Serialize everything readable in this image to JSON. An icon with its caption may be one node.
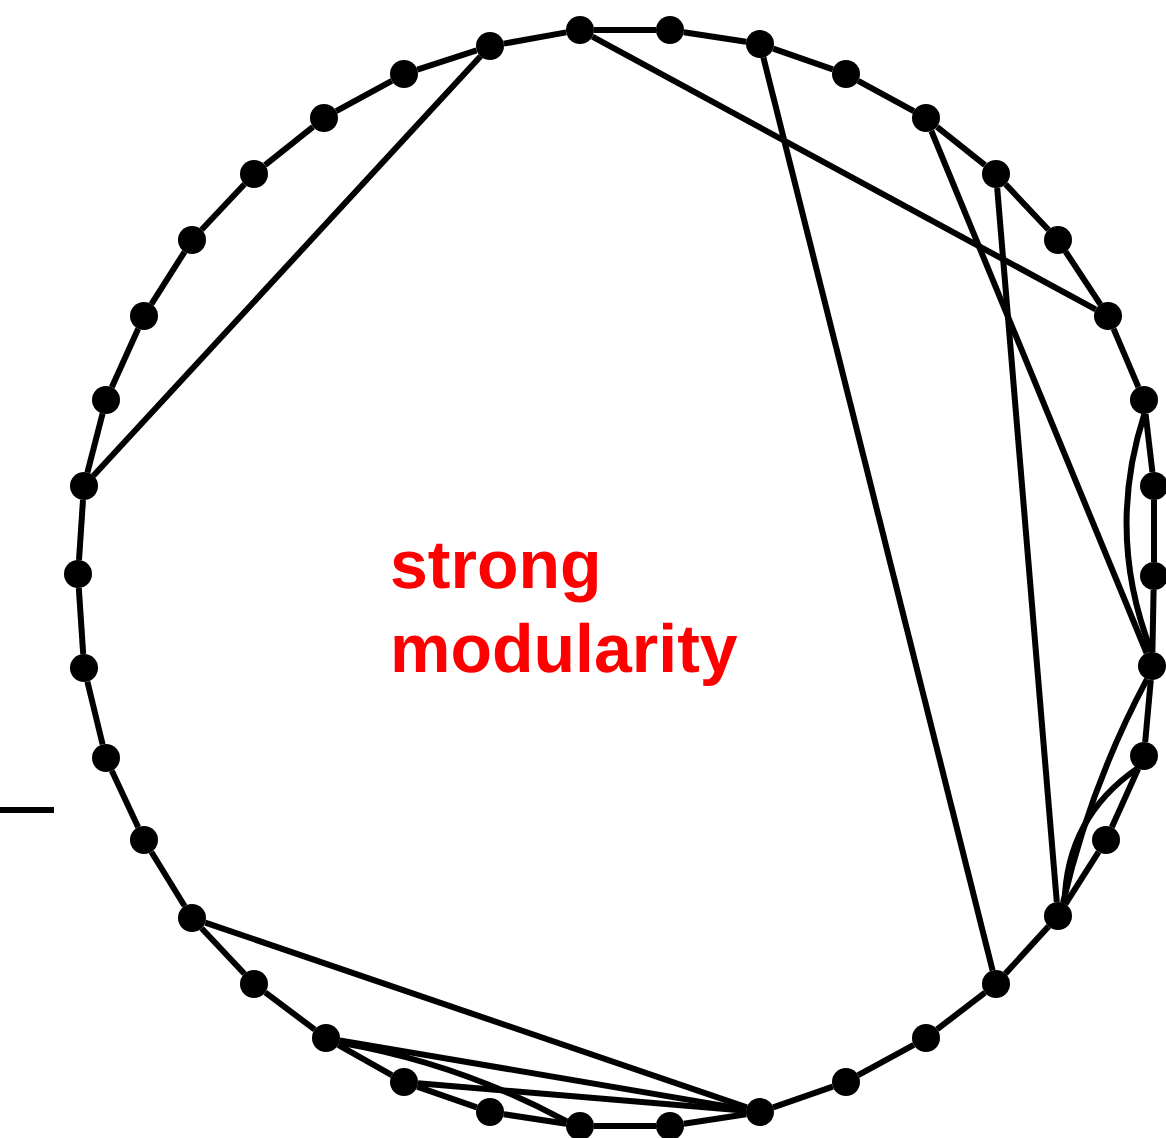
{
  "diagram": {
    "nodes": [
      {
        "text": [],
        "shape": "circle"
      },
      {
        "text": [],
        "shape": "circle"
      },
      {
        "text": [],
        "shape": "circle"
      },
      {
        "text": [],
        "shape": "circle"
      },
      {
        "text": [],
        "shape": "circle"
      },
      {
        "text": [],
        "shape": "circle"
      },
      {
        "text": [],
        "shape": "circle"
      },
      {
        "text": [],
        "shape": "circle"
      },
      {
        "text": [],
        "shape": "circle"
      },
      {
        "text": [],
        "shape": "circle"
      },
      {
        "text": [],
        "shape": "circle"
      },
      {
        "text": [],
        "shape": "circle"
      },
      {
        "text": [],
        "shape": "circle"
      },
      {
        "text": [],
        "shape": "circle"
      },
      {
        "text": [],
        "shape": "circle"
      },
      {
        "text": [],
        "shape": "circle"
      },
      {
        "text": [],
        "shape": "circle"
      },
      {
        "text": [],
        "shape": "circle"
      },
      {
        "text": [],
        "shape": "circle"
      },
      {
        "text": [],
        "shape": "circle"
      },
      {
        "text": [],
        "shape": "circle"
      },
      {
        "text": [],
        "shape": "circle"
      },
      {
        "text": [],
        "shape": "circle"
      },
      {
        "text": [],
        "shape": "circle"
      },
      {
        "text": [],
        "shape": "circle"
      },
      {
        "text": [],
        "shape": "circle"
      },
      {
        "text": [],
        "shape": "circle"
      },
      {
        "text": [],
        "shape": "circle"
      },
      {
        "text": [],
        "shape": "circle"
      },
      {
        "text": [],
        "shape": "circle"
      },
      {
        "text": [],
        "shape": "circle"
      },
      {
        "text": [],
        "shape": "circle"
      },
      {
        "text": [],
        "shape": "circle"
      },
      {
        "text": [],
        "shape": "circle"
      },
      {
        "text": [],
        "shape": "circle"
      },
      {
        "text": [],
        "shape": "circle"
      },
      {
        "text": [],
        "shape": "circle"
      },
      {
        "text": [],
        "shape": "circle"
      }
    ],
    "edges": [
      {
        "from": 0,
        "to": 1,
        "arrow": "none"
      },
      {
        "from": 1,
        "to": 2,
        "arrow": "none"
      },
      {
        "from": 2,
        "to": 3,
        "arrow": "none"
      },
      {
        "from": 3,
        "to": 4,
        "arrow": "none"
      },
      {
        "from": 4,
        "to": 5,
        "arrow": "none"
      },
      {
        "from": 5,
        "to": 6,
        "arrow": "none"
      },
      {
        "from": 6,
        "to": 7,
        "arrow": "none"
      },
      {
        "from": 7,
        "to": 8,
        "arrow": "none"
      },
      {
        "from": 8,
        "to": 9,
        "arrow": "none"
      },
      {
        "from": 9,
        "to": 10,
        "arrow": "none"
      },
      {
        "from": 10,
        "to": 11,
        "arrow": "none"
      },
      {
        "from": 11,
        "to": 12,
        "arrow": "none"
      },
      {
        "from": 12,
        "to": 13,
        "arrow": "none"
      },
      {
        "from": 13,
        "to": 14,
        "arrow": "none"
      },
      {
        "from": 14,
        "to": 15,
        "arrow": "none"
      },
      {
        "from": 15,
        "to": 16,
        "arrow": "none"
      },
      {
        "from": 16,
        "to": 17,
        "arrow": "none"
      },
      {
        "from": 17,
        "to": 18,
        "arrow": "none"
      },
      {
        "from": 18,
        "to": 19,
        "arrow": "none"
      },
      {
        "from": 19,
        "to": 20,
        "arrow": "none"
      },
      {
        "from": 20,
        "to": 21,
        "arrow": "none"
      },
      {
        "from": 21,
        "to": 22,
        "arrow": "none"
      },
      {
        "from": 22,
        "to": 23,
        "arrow": "none"
      },
      {
        "from": 23,
        "to": 24,
        "arrow": "none"
      },
      {
        "from": 24,
        "to": 25,
        "arrow": "none"
      },
      {
        "from": 25,
        "to": 26,
        "arrow": "none"
      },
      {
        "from": 26,
        "to": 27,
        "arrow": "none"
      },
      {
        "from": 27,
        "to": 28,
        "arrow": "none"
      },
      {
        "from": 28,
        "to": 29,
        "arrow": "none"
      },
      {
        "from": 29,
        "to": 30,
        "arrow": "none"
      },
      {
        "from": 30,
        "to": 31,
        "arrow": "none"
      },
      {
        "from": 31,
        "to": 32,
        "arrow": "none"
      },
      {
        "from": 32,
        "to": 33,
        "arrow": "none"
      },
      {
        "from": 33,
        "to": 34,
        "arrow": "none"
      },
      {
        "from": 34,
        "to": 35,
        "arrow": "none"
      },
      {
        "from": 35,
        "to": 36,
        "arrow": "none"
      },
      {
        "from": 36,
        "to": 37,
        "arrow": "none"
      },
      {
        "from": 37,
        "to": 0,
        "arrow": "none"
      },
      {
        "from": 37,
        "to": 30,
        "arrow": "none"
      },
      {
        "from": 0,
        "to": 7,
        "arrow": "none"
      },
      {
        "from": 2,
        "to": 15,
        "arrow": "none"
      },
      {
        "from": 4,
        "to": 11,
        "arrow": "none"
      },
      {
        "from": 5,
        "to": 14,
        "arrow": "none"
      },
      {
        "from": 8,
        "to": 11,
        "arrow": "none"
      },
      {
        "from": 11,
        "to": 14,
        "arrow": "none"
      },
      {
        "from": 12,
        "to": 14,
        "arrow": "none"
      },
      {
        "from": 25,
        "to": 18,
        "arrow": "none"
      },
      {
        "from": 23,
        "to": 18,
        "arrow": "none"
      },
      {
        "from": 22,
        "to": 18,
        "arrow": "none"
      },
      {
        "from": 23,
        "to": 20,
        "arrow": "none"
      }
    ],
    "labels": [
      "strong modularity"
    ]
  }
}
